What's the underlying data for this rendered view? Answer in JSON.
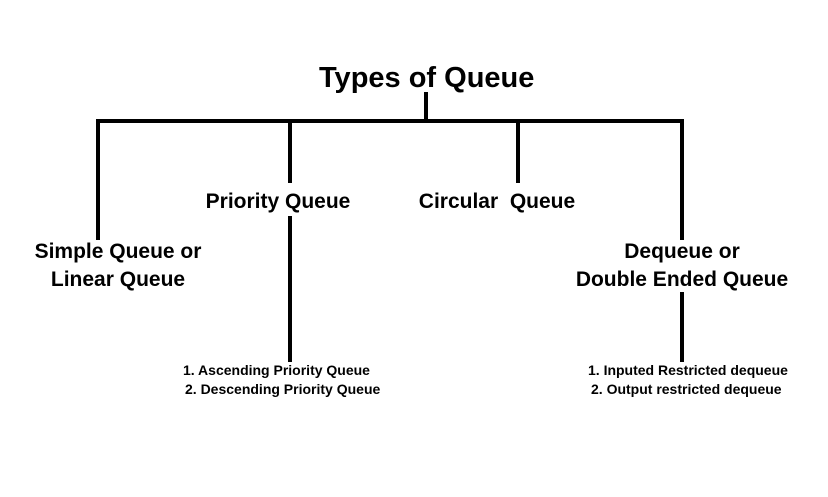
{
  "diagram": {
    "title": "Types of Queue",
    "nodes": {
      "simple": {
        "line1": "Simple Queue or",
        "line2": "Linear Queue"
      },
      "priority": {
        "label": "Priority Queue"
      },
      "circular": {
        "label": "Circular  Queue"
      },
      "dequeue": {
        "line1": "Dequeue or",
        "line2": "Double Ended Queue"
      }
    },
    "priority_subtypes": [
      "1. Ascending Priority Queue",
      "2. Descending Priority Queue"
    ],
    "dequeue_subtypes": [
      "1. Inputed Restricted dequeue",
      "2. Output restricted dequeue"
    ]
  }
}
